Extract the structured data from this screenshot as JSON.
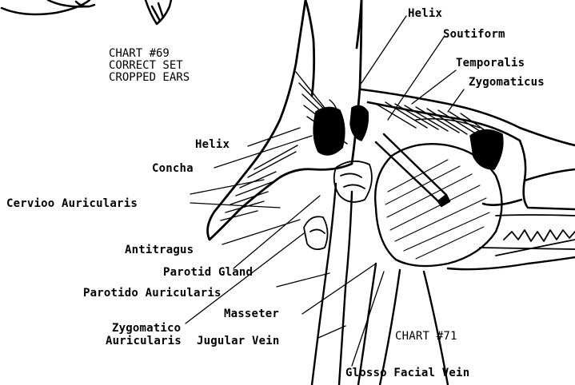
{
  "chart_title": {
    "line1": "CHART #69",
    "line2": "CORRECT SET",
    "line3": "CROPPED EARS"
  },
  "chart_footer": "CHART #71",
  "labels": {
    "helix_top": "Helix",
    "scutiform": "Soutiform",
    "temporalis": "Temporalis",
    "zygomaticus": "Zygomaticus",
    "helix_left": "Helix",
    "concha": "Concha",
    "cervico_auricularis": "Cervioo Auricularis",
    "antitragus": "Antitragus",
    "parotid_gland": "Parotid Gland",
    "parotido_auricularis": "Parotido Auricularis",
    "masseter": "Masseter",
    "zygomatico_line1": "Zygomatico",
    "zygomatico_line2": "Auricularis",
    "jugular_vein": "Jugular Vein",
    "glosso_facial_vein": "Glosso Facial Vein"
  }
}
